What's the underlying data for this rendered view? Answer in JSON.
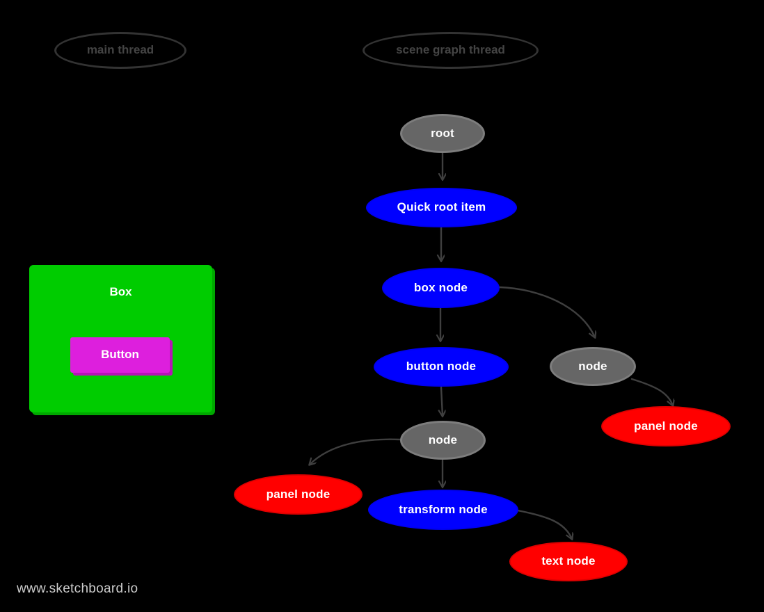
{
  "diagram": {
    "title_watermark": "www.sketchboard.io",
    "background_color": "#000000",
    "lanes": [
      {
        "id": "main-thread",
        "label": "main thread",
        "stroke": "#333333",
        "text_color": "#444444"
      },
      {
        "id": "scene-graph-thread",
        "label": "scene graph thread",
        "stroke": "#333333",
        "text_color": "#444444"
      }
    ],
    "mockup": {
      "box_label": "Box",
      "box_color": "#00cc00",
      "button_label": "Button",
      "button_color": "#dd1fdd",
      "label_color": "#ffffff"
    },
    "nodes": [
      {
        "id": "root",
        "label": "root",
        "color": "#666666",
        "kind": "gray"
      },
      {
        "id": "quick-root-item",
        "label": "Quick root item",
        "color": "#0000ff",
        "kind": "blue"
      },
      {
        "id": "box-node",
        "label": "box node",
        "color": "#0000ff",
        "kind": "blue"
      },
      {
        "id": "node-right",
        "label": "node",
        "color": "#666666",
        "kind": "gray"
      },
      {
        "id": "button-node",
        "label": "button node",
        "color": "#0000ff",
        "kind": "blue"
      },
      {
        "id": "panel-node-right",
        "label": "panel node",
        "color": "#ff0000",
        "kind": "red"
      },
      {
        "id": "node-center",
        "label": "node",
        "color": "#666666",
        "kind": "gray"
      },
      {
        "id": "panel-node-left",
        "label": "panel node",
        "color": "#ff0000",
        "kind": "red"
      },
      {
        "id": "transform-node",
        "label": "transform node",
        "color": "#0000ff",
        "kind": "blue"
      },
      {
        "id": "text-node",
        "label": "text node",
        "color": "#ff0000",
        "kind": "red"
      }
    ],
    "edges": [
      {
        "from": "root",
        "to": "quick-root-item",
        "style": "straight"
      },
      {
        "from": "quick-root-item",
        "to": "box-node",
        "style": "straight"
      },
      {
        "from": "box-node",
        "to": "button-node",
        "style": "straight"
      },
      {
        "from": "box-node",
        "to": "node-right",
        "style": "curved"
      },
      {
        "from": "node-right",
        "to": "panel-node-right",
        "style": "curved"
      },
      {
        "from": "button-node",
        "to": "node-center",
        "style": "straight"
      },
      {
        "from": "node-center",
        "to": "panel-node-left",
        "style": "curved"
      },
      {
        "from": "node-center",
        "to": "transform-node",
        "style": "straight"
      },
      {
        "from": "transform-node",
        "to": "text-node",
        "style": "curved"
      }
    ],
    "edge_color": "#3f3f3f"
  }
}
